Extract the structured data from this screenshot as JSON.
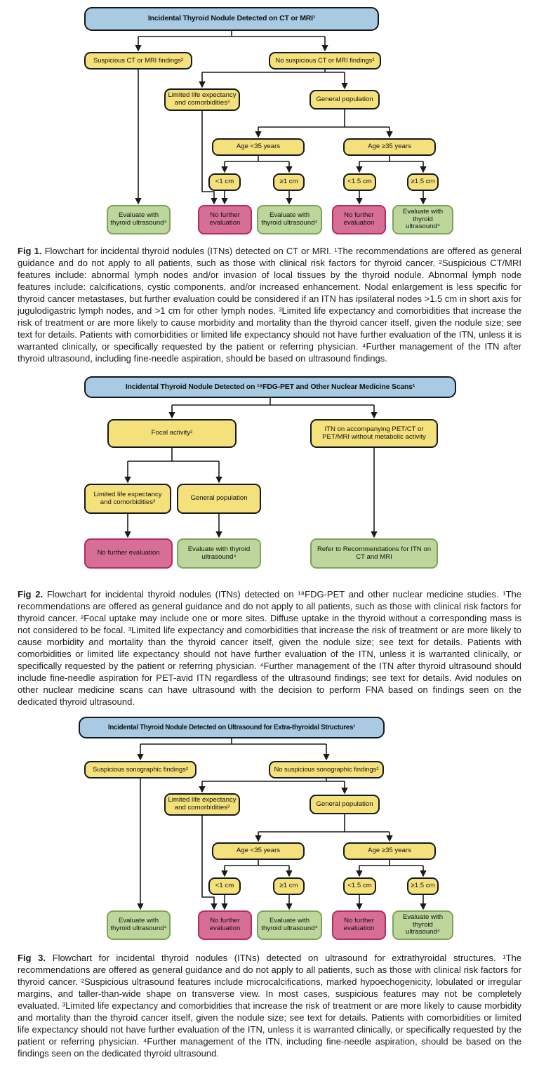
{
  "colors": {
    "header_fill": "#A8CBE3",
    "decision_fill": "#F4E17C",
    "stop_fill": "#D66E96",
    "stop_border": "#B32C5F",
    "action_fill": "#BDD69C",
    "action_border": "#7EA458",
    "line": "#1a1a1a"
  },
  "fig1": {
    "nodes": {
      "header": "Incidental Thyroid Nodule Detected on CT or MRI¹",
      "suspicious": "Suspicious CT or MRI findings²",
      "no_suspicious": "No suspicious CT or MRI findings²",
      "limited_life": "Limited life expectancy and comorbidities³",
      "general_population": "General population",
      "age_under_35": "Age <35 years",
      "age_35_plus": "Age ≥35 years",
      "under_1cm": "<1 cm",
      "over_1cm": "≥1 cm",
      "under_15cm": "<1.5 cm",
      "over_15cm": "≥1.5 cm",
      "evaluate": "Evaluate with thyroid ultrasound⁴",
      "no_further": "No further evaluation"
    },
    "caption": {
      "label": "Fig 1.",
      "text": "Flowchart for incidental thyroid nodules (ITNs) detected on CT or MRI. ¹The recommendations are offered as general guidance and do not apply to all patients, such as those with clinical risk factors for thyroid cancer. ²Suspicious CT/MRI features include: abnormal lymph nodes and/or invasion of local tissues by the thyroid nodule. Abnormal lymph node features include: calcifications, cystic components, and/or increased enhancement. Nodal enlargement is less specific for thyroid cancer metastases, but further evaluation could be considered if an ITN has ipsilateral nodes >1.5 cm in short axis for jugulodigastric lymph nodes, and >1 cm for other lymph nodes. ³Limited life expectancy and comorbidities that increase the risk of treatment or are more likely to cause morbidity and mortality than the thyroid cancer itself, given the nodule size; see text for details. Patients with comorbidities or limited life expectancy should not have further evaluation of the ITN, unless it is warranted clinically, or specifically requested by the patient or referring physician. ⁴Further management of the ITN after thyroid ultrasound, including fine-needle aspiration, should be based on ultrasound findings."
    }
  },
  "fig2": {
    "nodes": {
      "header": "Incidental Thyroid Nodule Detected on ¹⁸FDG-PET and Other Nuclear Medicine Scans¹",
      "focal_activity": "Focal activity²",
      "itn_accompanying": "ITN on accompanying PET/CT or PET/MRI without metabolic activity",
      "limited_life": "Limited life expectancy and comorbidities³",
      "general_population": "General population",
      "no_further": "No further evaluation",
      "evaluate": "Evaluate with thyroid ultrasound⁴",
      "refer": "Refer to Recommendations for ITN on CT and MRI"
    },
    "caption": {
      "label": "Fig 2.",
      "text": "Flowchart for incidental thyroid nodules (ITNs) detected on ¹⁸FDG-PET and other nuclear medicine studies. ¹The recommendations are offered as general guidance and do not apply to all patients, such as those with clinical risk factors for thyroid cancer. ²Focal uptake may include one or more sites. Diffuse uptake in the thyroid without a corresponding mass is not considered to be focal. ³Limited life expectancy and comorbidities that increase the risk of treatment or are more likely to cause morbidity and mortality than the thyroid cancer itself, given the nodule size; see text for details. Patients with comorbidities or limited life expectancy should not have further evaluation of the ITN, unless it is warranted clinically, or specifically requested by the patient or referring physician. ⁴Further management of the ITN after thyroid ultrasound should include fine-needle aspiration for PET-avid ITN regardless of the ultrasound findings; see text for details. Avid nodules on other nuclear medicine scans can have ultrasound with the decision to perform FNA based on findings seen on the dedicated thyroid ultrasound."
    }
  },
  "fig3": {
    "nodes": {
      "header": "Incidental Thyroid Nodule Detected on Ultrasound for Extra-thyroidal Structures¹",
      "suspicious": "Suspicious sonographic findings²",
      "no_suspicious": "No suspicious sonographic findings²",
      "limited_life": "Limited life expectancy and comorbidities³",
      "general_population": "General population",
      "age_under_35": "Age <35 years",
      "age_35_plus": "Age ≥35 years",
      "under_1cm": "<1 cm",
      "over_1cm": "≥1 cm",
      "under_15cm": "<1.5 cm",
      "over_15cm": "≥1.5 cm",
      "evaluate": "Evaluate with thyroid ultrasound⁴",
      "no_further": "No further evaluation"
    },
    "caption": {
      "label": "Fig 3.",
      "text": "Flowchart for incidental thyroid nodules (ITNs) detected on ultrasound for extrathyroidal structures. ¹The recommendations are offered as general guidance and do not apply to all patients, such as those with clinical risk factors for thyroid cancer. ²Suspicious ultrasound features include microcalcifications, marked hypoechogenicity, lobulated or irregular margins, and taller-than-wide shape on transverse view. In most cases, suspicious features may not be completely evaluated. ³Limited life expectancy and comorbidities that increase the risk of treatment or are more likely to cause morbidity and mortality than the thyroid cancer itself, given the nodule size; see text for details. Patients with comorbidities or limited life expectancy should not have further evaluation of the ITN, unless it is warranted clinically, or specifically requested by the patient or referring physician. ⁴Further management of the ITN, including fine-needle aspiration, should be based on the findings seen on the dedicated thyroid ultrasound."
    }
  }
}
